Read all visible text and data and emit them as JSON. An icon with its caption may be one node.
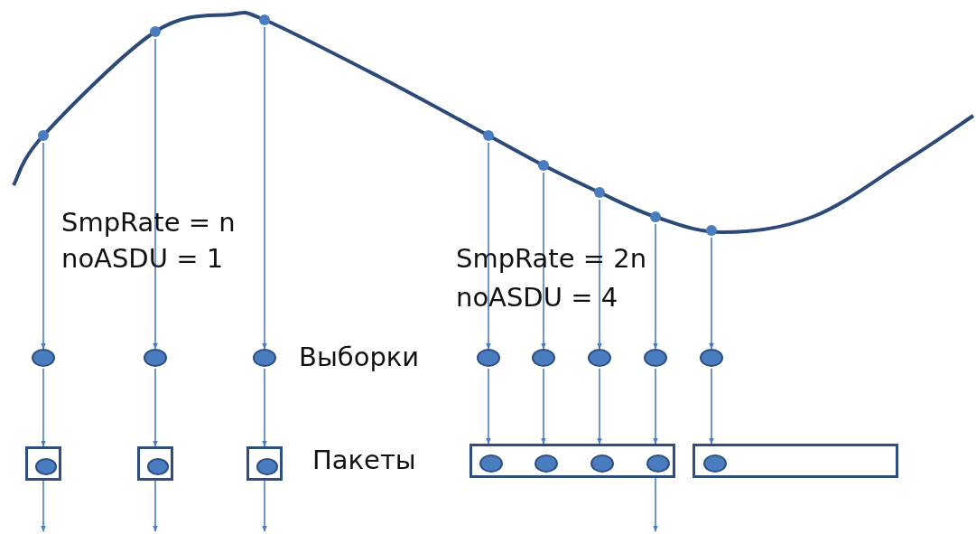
{
  "diagram": {
    "nodes": [
      {
        "text": [],
        "shape": "circle"
      },
      {
        "text": [],
        "shape": "circle"
      },
      {
        "text": [],
        "shape": "circle"
      },
      {
        "text": [],
        "shape": "circle"
      },
      {
        "text": [],
        "shape": "circle"
      },
      {
        "text": [],
        "shape": "circle"
      },
      {
        "text": [],
        "shape": "circle"
      },
      {
        "text": [],
        "shape": "circle"
      },
      {
        "text": [],
        "shape": "circle"
      },
      {
        "text": [],
        "shape": "circle"
      },
      {
        "text": [],
        "shape": "circle"
      },
      {
        "text": [],
        "shape": "circle"
      },
      {
        "text": [],
        "shape": "circle"
      },
      {
        "text": [],
        "shape": "circle"
      },
      {
        "text": [],
        "shape": "circle"
      },
      {
        "text": [],
        "shape": "circle"
      },
      {
        "text": [],
        "shape": "box"
      },
      {
        "text": [],
        "shape": "circle",
        "in": 16
      },
      {
        "text": [],
        "shape": "box"
      },
      {
        "text": [],
        "shape": "circle",
        "in": 18
      },
      {
        "text": [],
        "shape": "box"
      },
      {
        "text": [],
        "shape": "circle",
        "in": 20
      },
      {
        "text": [],
        "shape": "box"
      },
      {
        "text": [],
        "shape": "circle",
        "in": 22
      },
      {
        "text": [],
        "shape": "circle",
        "in": 22
      },
      {
        "text": [],
        "shape": "circle",
        "in": 22
      },
      {
        "text": [],
        "shape": "circle",
        "in": 22
      },
      {
        "text": [],
        "shape": "box"
      },
      {
        "text": [],
        "shape": "circle",
        "in": 27
      }
    ],
    "edges": [
      {
        "from": 0,
        "to": 8,
        "arrow": "to"
      },
      {
        "from": 1,
        "to": 9,
        "arrow": "to"
      },
      {
        "from": 2,
        "to": 10,
        "arrow": "to"
      },
      {
        "from": 3,
        "to": 11,
        "arrow": "to"
      },
      {
        "from": 4,
        "to": 12,
        "arrow": "to"
      },
      {
        "from": 5,
        "to": 13,
        "arrow": "to"
      },
      {
        "from": 6,
        "to": 14,
        "arrow": "to"
      },
      {
        "from": 7,
        "to": 15,
        "arrow": "to"
      },
      {
        "from": 8,
        "to": 16,
        "arrow": "to"
      },
      {
        "from": 9,
        "to": 18,
        "arrow": "to"
      },
      {
        "from": 10,
        "to": 20,
        "arrow": "to"
      },
      {
        "from": 11,
        "to": 22,
        "arrow": "to"
      },
      {
        "from": 12,
        "to": 22,
        "arrow": "to"
      },
      {
        "from": 13,
        "to": 22,
        "arrow": "to"
      },
      {
        "from": 14,
        "to": 22,
        "arrow": "to"
      },
      {
        "from": 15,
        "to": 27,
        "arrow": "to"
      },
      {
        "from": 16,
        "to": null,
        "arrow": "to"
      },
      {
        "from": 18,
        "to": null,
        "arrow": "to"
      },
      {
        "from": 20,
        "to": null,
        "arrow": "to"
      },
      {
        "from": 22,
        "to": null,
        "arrow": "to"
      }
    ],
    "labels": [
      "SmpRate = n",
      "noASDU = 1",
      "SmpRate = 2n",
      "noASDU = 4",
      "Выборки",
      "Пакеты"
    ]
  }
}
